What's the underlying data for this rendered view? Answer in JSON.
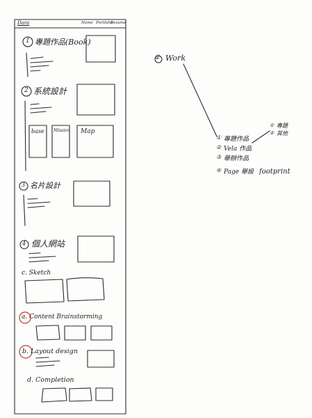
{
  "header": {
    "logo": "Dara",
    "nav": [
      "Home",
      "Portfolio",
      "Resume"
    ]
  },
  "sections": [
    {
      "num": "1",
      "title": "專題作品(Book)"
    },
    {
      "num": "2",
      "title": "系統設計",
      "cards": [
        "base",
        "Mission",
        "Map"
      ]
    },
    {
      "num": "3",
      "title": "名片設計"
    },
    {
      "num": "4",
      "title": "個人網站"
    }
  ],
  "steps": [
    {
      "label": "c. Sketch"
    },
    {
      "label": "a. Content Brainstorming"
    },
    {
      "label": "b. Layout design"
    },
    {
      "label": "d. Completion"
    }
  ],
  "sitemap": {
    "root": {
      "num": "②",
      "label": "Work"
    },
    "items": [
      {
        "num": "①",
        "label": "專題作品"
      },
      {
        "num": "②",
        "label": "Vela 作品"
      },
      {
        "num": "③",
        "label": "舉辦作品"
      },
      {
        "num": "④",
        "label": "Page 舉設",
        "extra": "footprint"
      }
    ],
    "sub": [
      {
        "num": "①",
        "label": "專題"
      },
      {
        "num": "②",
        "label": "其他"
      }
    ]
  },
  "ink_color": "#2a2a2a",
  "highlight_color": "#c0392b"
}
